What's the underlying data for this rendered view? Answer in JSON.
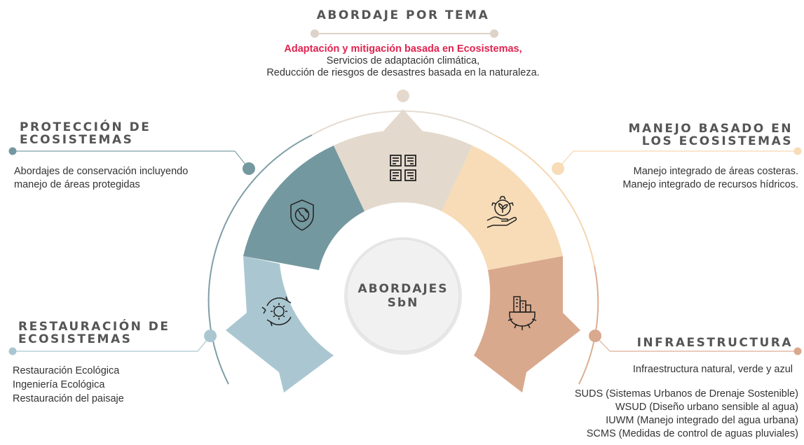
{
  "top": {
    "title": "ABORDAJE POR TEMA",
    "highlight": "Adaptación y mitigación basada en Ecosistemas,",
    "lines": [
      "Servicios de adaptación climática,",
      "Reducción de riesgos de desastres basada en la  naturaleza."
    ]
  },
  "proteccion": {
    "title_lines": [
      "PROTECCIÓN DE",
      "ECOSISTEMAS"
    ],
    "lines": [
      "Abordajes de conservación incluyendo",
      "manejo de áreas protegidas"
    ]
  },
  "restauracion": {
    "title_lines": [
      "RESTAURACIÓN DE",
      "ECOSISTEMAS"
    ],
    "lines": [
      "Restauración Ecológica",
      "Ingeniería Ecológica",
      "Restauración del paisaje"
    ]
  },
  "manejo": {
    "title_lines": [
      "MANEJO BASADO EN",
      "LOS ECOSISTEMAS"
    ],
    "lines": [
      "Manejo integrado de áreas costeras.",
      "Manejo integrado de recursos hídricos."
    ]
  },
  "infraestructura": {
    "title": "INFRAESTRUCTURA",
    "subtitle": "Infraestructura natural, verde y azul",
    "lines": [
      "SUDS (Sistemas Urbanos de Drenaje Sostenible)",
      "WSUD (Diseño urbano sensible al agua)",
      "IUWM (Manejo integrado del agua urbana)",
      "SCMS (Medidas de control de aguas pluviales)"
    ]
  },
  "center": {
    "line1": "ABORDAJES",
    "line2": "SbN"
  },
  "colors": {
    "protection": "#74989f",
    "theme": "#e4d9cd",
    "management": "#f7dcb7",
    "infrastructure": "#d9a98d",
    "restoration": "#aac7d1",
    "highlight": "#e0244f"
  },
  "icons": [
    "shield-globe-icon",
    "grid-pattern-icon",
    "hand-gear-plant-icon",
    "city-gear-icon",
    "cycle-gear-icon"
  ]
}
